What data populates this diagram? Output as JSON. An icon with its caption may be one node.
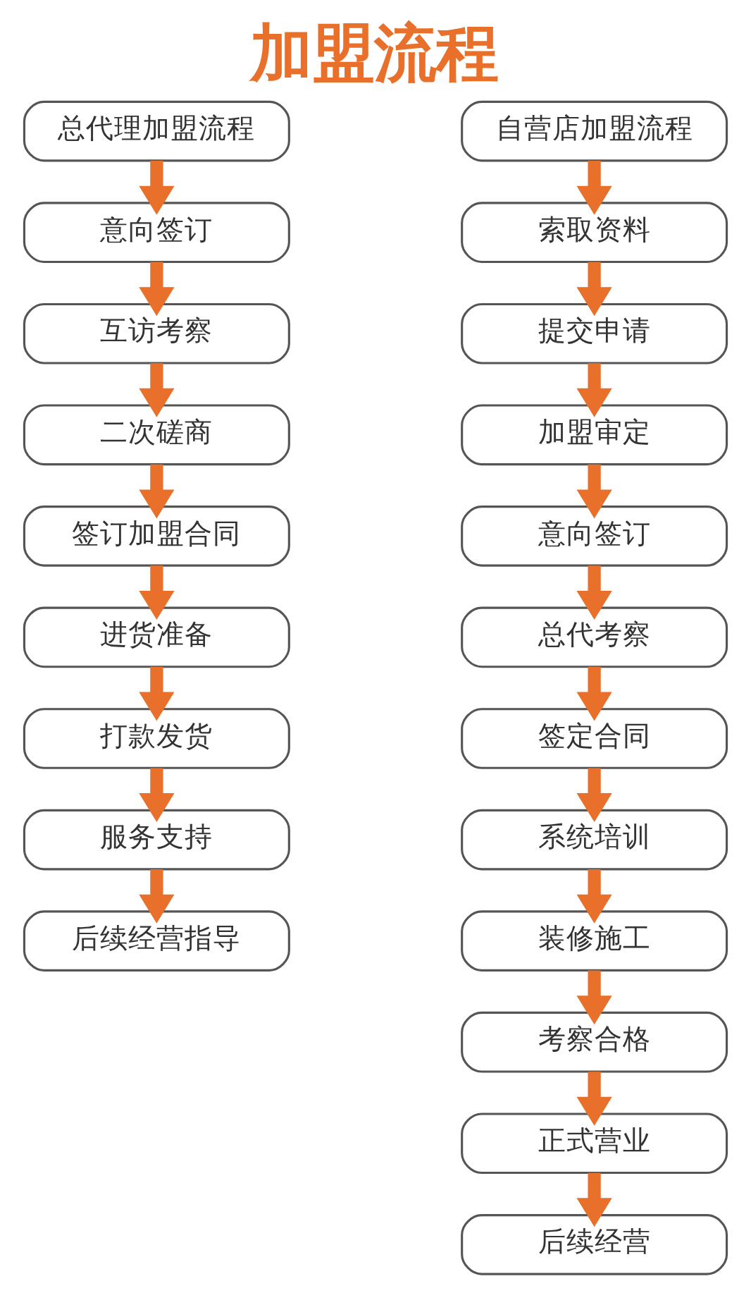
{
  "diagram": {
    "title": "加盟流程",
    "nodes": [
      {
        "text": [
          "总代理加盟流程"
        ]
      },
      {
        "text": [
          "意向签订"
        ]
      },
      {
        "text": [
          "互访考察"
        ]
      },
      {
        "text": [
          "二次磋商"
        ]
      },
      {
        "text": [
          "签订加盟合同"
        ]
      },
      {
        "text": [
          "进货准备"
        ]
      },
      {
        "text": [
          "打款发货"
        ]
      },
      {
        "text": [
          "服务支持"
        ]
      },
      {
        "text": [
          "后续经营指导"
        ]
      },
      {
        "text": [
          "自营店加盟流程"
        ]
      },
      {
        "text": [
          "索取资料"
        ]
      },
      {
        "text": [
          "提交申请"
        ]
      },
      {
        "text": [
          "加盟审定"
        ]
      },
      {
        "text": [
          "意向签订"
        ]
      },
      {
        "text": [
          "总代考察"
        ]
      },
      {
        "text": [
          "签定合同"
        ]
      },
      {
        "text": [
          "系统培训"
        ]
      },
      {
        "text": [
          "装修施工"
        ]
      },
      {
        "text": [
          "考察合格"
        ]
      },
      {
        "text": [
          "正式营业"
        ]
      },
      {
        "text": [
          "后续经营"
        ]
      }
    ],
    "edges": [
      {
        "from": 0,
        "to": 1,
        "arrow": "to"
      },
      {
        "from": 1,
        "to": 2,
        "arrow": "to"
      },
      {
        "from": 2,
        "to": 3,
        "arrow": "to"
      },
      {
        "from": 3,
        "to": 4,
        "arrow": "to"
      },
      {
        "from": 4,
        "to": 5,
        "arrow": "to"
      },
      {
        "from": 5,
        "to": 6,
        "arrow": "to"
      },
      {
        "from": 6,
        "to": 7,
        "arrow": "to"
      },
      {
        "from": 7,
        "to": 8,
        "arrow": "to"
      },
      {
        "from": 9,
        "to": 10,
        "arrow": "to"
      },
      {
        "from": 10,
        "to": 11,
        "arrow": "to"
      },
      {
        "from": 11,
        "to": 12,
        "arrow": "to"
      },
      {
        "from": 12,
        "to": 13,
        "arrow": "to"
      },
      {
        "from": 13,
        "to": 14,
        "arrow": "to"
      },
      {
        "from": 14,
        "to": 15,
        "arrow": "to"
      },
      {
        "from": 15,
        "to": 16,
        "arrow": "to"
      },
      {
        "from": 16,
        "to": 17,
        "arrow": "to"
      },
      {
        "from": 17,
        "to": 18,
        "arrow": "to"
      },
      {
        "from": 18,
        "to": 19,
        "arrow": "to"
      },
      {
        "from": 19,
        "to": 20,
        "arrow": "to"
      }
    ]
  }
}
